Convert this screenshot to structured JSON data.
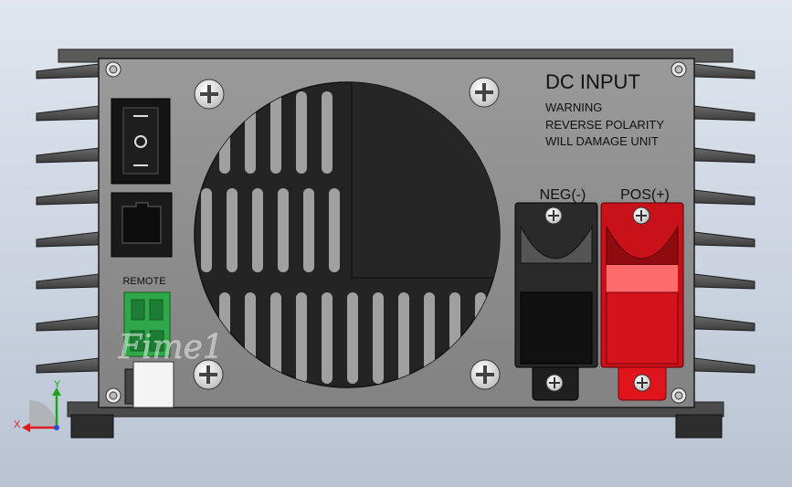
{
  "panel": {
    "title": "DC INPUT",
    "warning_lines": [
      "WARNING",
      "REVERSE POLARITY",
      "WILL DAMAGE UNIT"
    ],
    "remote_label": "REMOTE",
    "neg_label": "NEG(-)",
    "pos_label": "POS(+)"
  },
  "watermark": "Fime1",
  "axes": {
    "x": "X",
    "y": "Y"
  },
  "colors": {
    "neg_terminal": "#1f1f1f",
    "pos_terminal": "#d4141c",
    "connector": "#2fa84a",
    "panel": "#8d8d8d"
  }
}
